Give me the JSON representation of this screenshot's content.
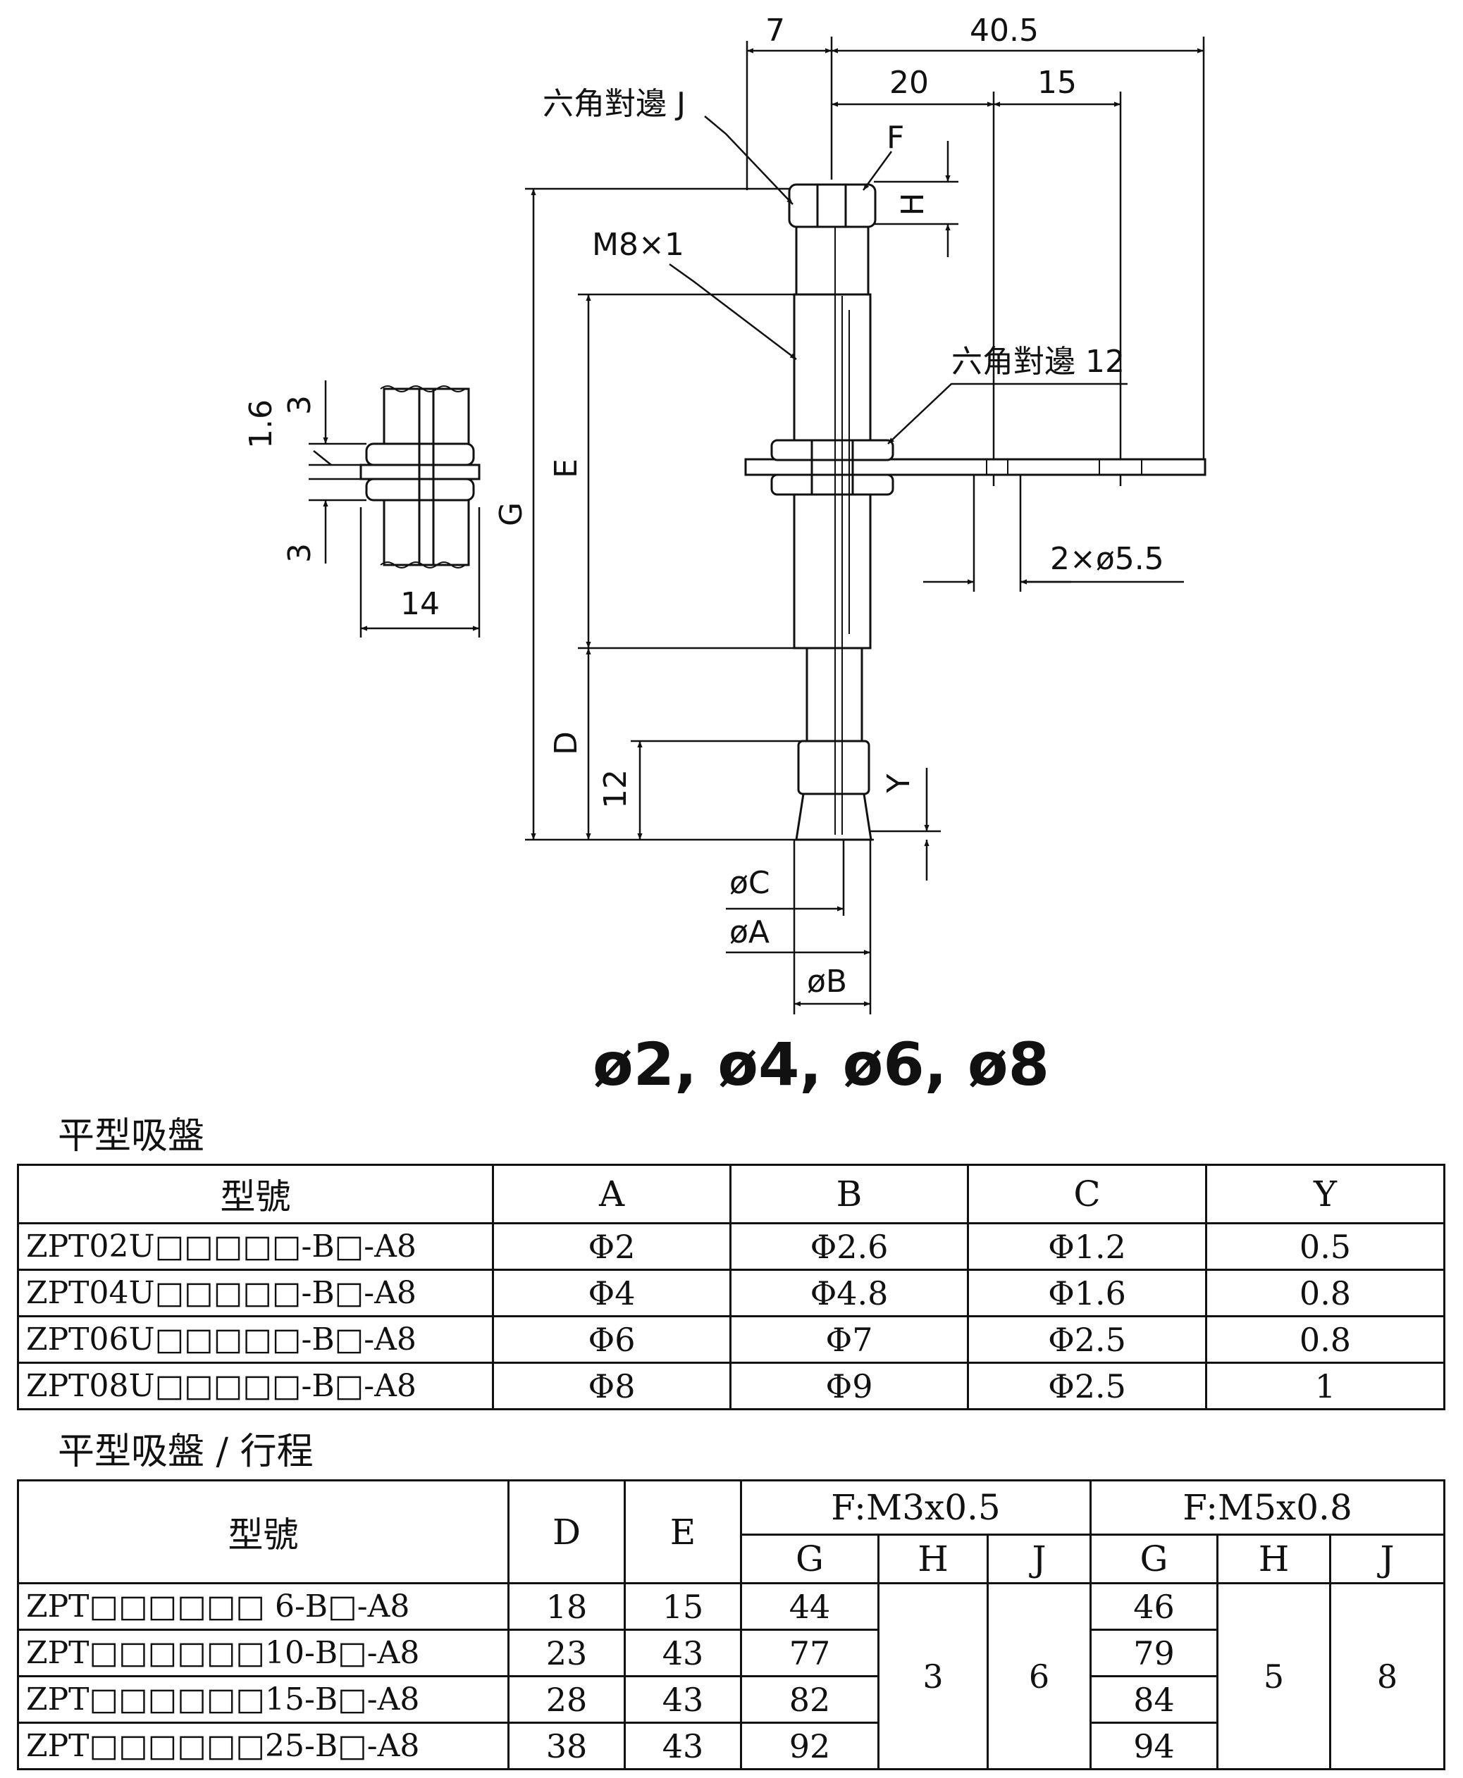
{
  "drawing": {
    "dim_7": "7",
    "dim_40_5": "40.5",
    "dim_20": "20",
    "dim_15": "15",
    "hex_j_label": "六角對邊 J",
    "label_F": "F",
    "label_H": "H",
    "thread_label": "M8×1",
    "hex12_label": "六角對邊 12",
    "label_E": "E",
    "label_G": "G",
    "label_D": "D",
    "dim_12": "12",
    "label_Y": "Y",
    "holes_label": "2×ø5.5",
    "dia_C": "øC",
    "dia_A": "øA",
    "dia_B": "øB",
    "detail_1_6": "1.6",
    "detail_3_top": "3",
    "detail_3_bottom": "3",
    "detail_14": "14",
    "sizes_caption": "ø2, ø4, ø6, ø8"
  },
  "table_a": {
    "title": "平型吸盤",
    "headers": [
      "型號",
      "A",
      "B",
      "C",
      "Y"
    ],
    "rows": [
      [
        "ZPT02U□□□□□-B□-A8",
        "Φ2",
        "Φ2.6",
        "Φ1.2",
        "0.5"
      ],
      [
        "ZPT04U□□□□□-B□-A8",
        "Φ4",
        "Φ4.8",
        "Φ1.6",
        "0.8"
      ],
      [
        "ZPT06U□□□□□-B□-A8",
        "Φ6",
        "Φ7",
        "Φ2.5",
        "0.8"
      ],
      [
        "ZPT08U□□□□□-B□-A8",
        "Φ8",
        "Φ9",
        "Φ2.5",
        "1"
      ]
    ]
  },
  "table_b": {
    "title": "平型吸盤 / 行程",
    "header_model": "型號",
    "header_D": "D",
    "header_E": "E",
    "group_m3": "F:M3x0.5",
    "group_m5": "F:M5x0.8",
    "sub_headers": [
      "G",
      "H",
      "J",
      "G",
      "H",
      "J"
    ],
    "rows": [
      {
        "model": "ZPT□□□□□□ 6-B□-A8",
        "D": "18",
        "E": "15",
        "G1": "44",
        "G2": "46"
      },
      {
        "model": "ZPT□□□□□□10-B□-A8",
        "D": "23",
        "E": "43",
        "G1": "77",
        "G2": "79"
      },
      {
        "model": "ZPT□□□□□□15-B□-A8",
        "D": "28",
        "E": "43",
        "G1": "82",
        "G2": "84"
      },
      {
        "model": "ZPT□□□□□□25-B□-A8",
        "D": "38",
        "E": "43",
        "G1": "92",
        "G2": "94"
      }
    ],
    "H1": "3",
    "J1": "6",
    "H2": "5",
    "J2": "8"
  }
}
